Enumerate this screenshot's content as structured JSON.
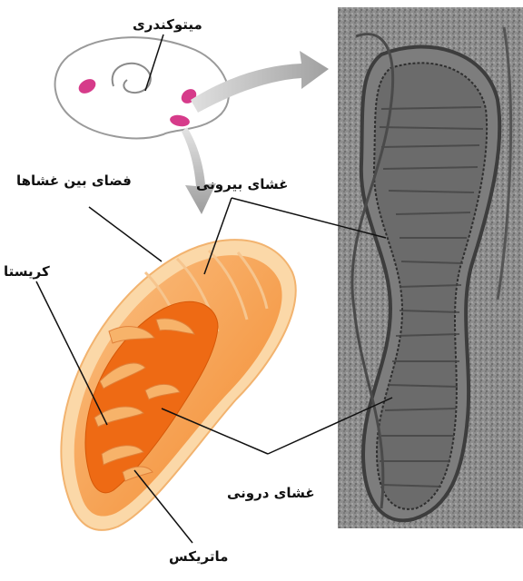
{
  "labels": {
    "mitochondrion": "میتوکندری",
    "intermembrane_space": "فضای بین غشاها",
    "outer_membrane": "غشای بیرونی",
    "cristae": "کریستا",
    "inner_membrane": "غشای درونی",
    "matrix": "ماتریکس"
  },
  "colors": {
    "outer_membrane_fill": "#f6a24a",
    "inner_matrix_fill": "#ee6a14",
    "cristae_fill": "#f7b36a",
    "cell_outline": "#9a9a9a",
    "mitochondrion_pink": "#d63b8a",
    "arrow_gray": "#a8a8a8",
    "micrograph_gray": "#8f8f8f",
    "leader_line": "#111111"
  }
}
